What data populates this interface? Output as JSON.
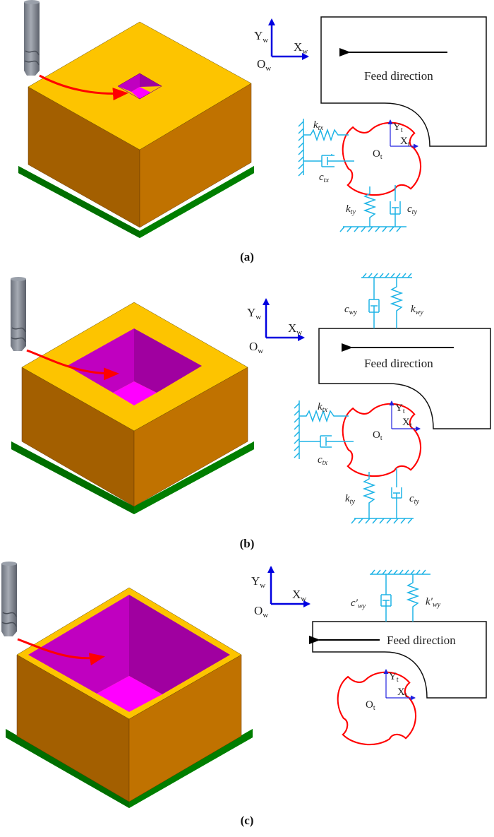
{
  "figure": {
    "colors": {
      "workpiece_top": "#FDC400",
      "workpiece_left": "#A35F00",
      "workpiece_right": "#C07200",
      "base_top": "#00C800",
      "base_side": "#006E00",
      "pocket_wall_left": "#C000C0",
      "pocket_wall_right": "#A000A0",
      "pocket_floor": "#FF00FF",
      "tool": "#7F8590",
      "path_arrow": "#FF0000",
      "cutter": "#FF0000",
      "spring_damper": "#1EB4E6",
      "axis": "#0000E0",
      "tool_axis": "#2020E0",
      "outline": "#111111"
    },
    "panels": [
      {
        "id": "a",
        "caption": "(a)",
        "workpiece_frame": {
          "y": "Y",
          "y_sub": "w",
          "x": "X",
          "x_sub": "w",
          "o": "O",
          "o_sub": "w"
        },
        "tool_frame": {
          "y": "Y",
          "y_sub": "t",
          "x": "X",
          "x_sub": "t",
          "o": "O",
          "o_sub": "t"
        },
        "feed_label": "Feed direction",
        "tool_params": {
          "ktx": "k",
          "ktx_sub": "tx",
          "ctx": "c",
          "ctx_sub": "tx",
          "kty": "k",
          "kty_sub": "ty",
          "cty": "c",
          "cty_sub": "ty"
        }
      },
      {
        "id": "b",
        "caption": "(b)",
        "workpiece_frame": {
          "y": "Y",
          "y_sub": "w",
          "x": "X",
          "x_sub": "w",
          "o": "O",
          "o_sub": "w"
        },
        "tool_frame": {
          "y": "Y",
          "y_sub": "t",
          "x": "X",
          "x_sub": "t",
          "o": "O",
          "o_sub": "t"
        },
        "feed_label": "Feed direction",
        "workpiece_params": {
          "cwy": "c",
          "cwy_sub": "wy",
          "kwy": "k",
          "kwy_sub": "wy"
        },
        "tool_params": {
          "ktx": "k",
          "ktx_sub": "tx",
          "ctx": "c",
          "ctx_sub": "tx",
          "kty": "k",
          "kty_sub": "ty",
          "cty": "c",
          "cty_sub": "ty"
        }
      },
      {
        "id": "c",
        "caption": "(c)",
        "workpiece_frame": {
          "y": "Y",
          "y_sub": "w",
          "x": "X",
          "x_sub": "w",
          "o": "O",
          "o_sub": "w"
        },
        "tool_frame": {
          "y": "Y",
          "y_sub": "t",
          "x": "X",
          "x_sub": "t",
          "o": "O",
          "o_sub": "t"
        },
        "feed_label": "Feed direction",
        "workpiece_params": {
          "cwy": "c′",
          "cwy_sub": "wy",
          "kwy": "k′",
          "kwy_sub": "wy"
        }
      }
    ]
  }
}
